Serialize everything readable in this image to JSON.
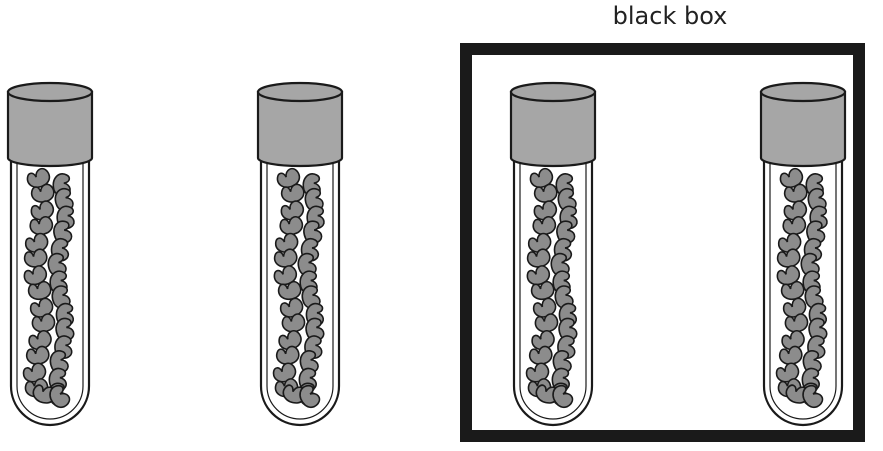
{
  "labels": {
    "black_box": "black box"
  },
  "tubes": [
    {
      "id": "tube-1",
      "in_black_box": false
    },
    {
      "id": "tube-2",
      "in_black_box": false
    },
    {
      "id": "tube-3",
      "in_black_box": true
    },
    {
      "id": "tube-4",
      "in_black_box": true
    }
  ],
  "colors": {
    "outline": "#1a1a1a",
    "stopper": "#a6a6a6",
    "leaf": "#8c8c8c",
    "box": "#1a1a1a",
    "background": "#ffffff"
  }
}
